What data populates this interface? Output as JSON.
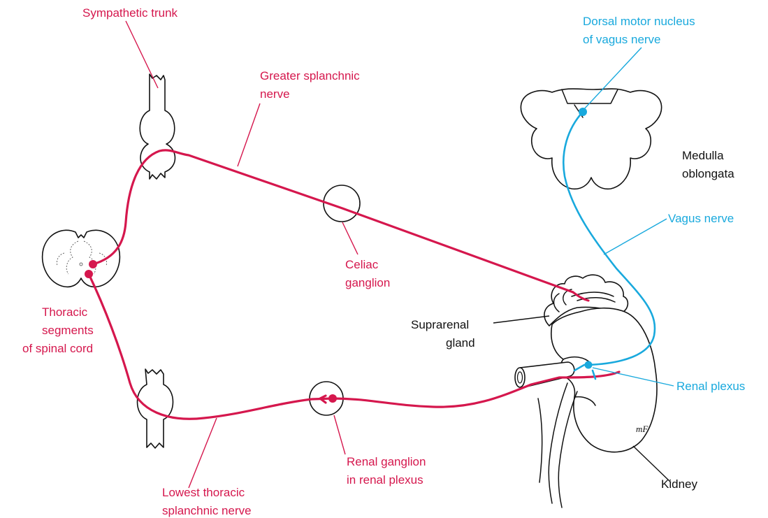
{
  "colors": {
    "sympathetic": "#d5174d",
    "parasympathetic": "#19a9dd",
    "structure": "#111111"
  },
  "labels": {
    "sympathetic_trunk": "Sympathetic trunk",
    "greater_splanchnic_1": "Greater splanchnic",
    "greater_splanchnic_2": "nerve",
    "dorsal_motor_1": "Dorsal motor nucleus",
    "dorsal_motor_2": "of vagus nerve",
    "medulla_1": "Medulla",
    "medulla_2": "oblongata",
    "vagus_nerve": "Vagus nerve",
    "celiac_1": "Celiac",
    "celiac_2": "ganglion",
    "thoracic_1": "Thoracic",
    "thoracic_2": "segments",
    "thoracic_3": "of spinal cord",
    "suprarenal_1": "Suprarenal",
    "suprarenal_2": "gland",
    "renal_plexus": "Renal plexus",
    "renal_ganglion_1": "Renal ganglion",
    "renal_ganglion_2": "in renal plexus",
    "lowest_thoracic_1": "Lowest thoracic",
    "lowest_thoracic_2": "splanchnic nerve",
    "kidney": "Kidney",
    "artist_initials": "mF"
  }
}
